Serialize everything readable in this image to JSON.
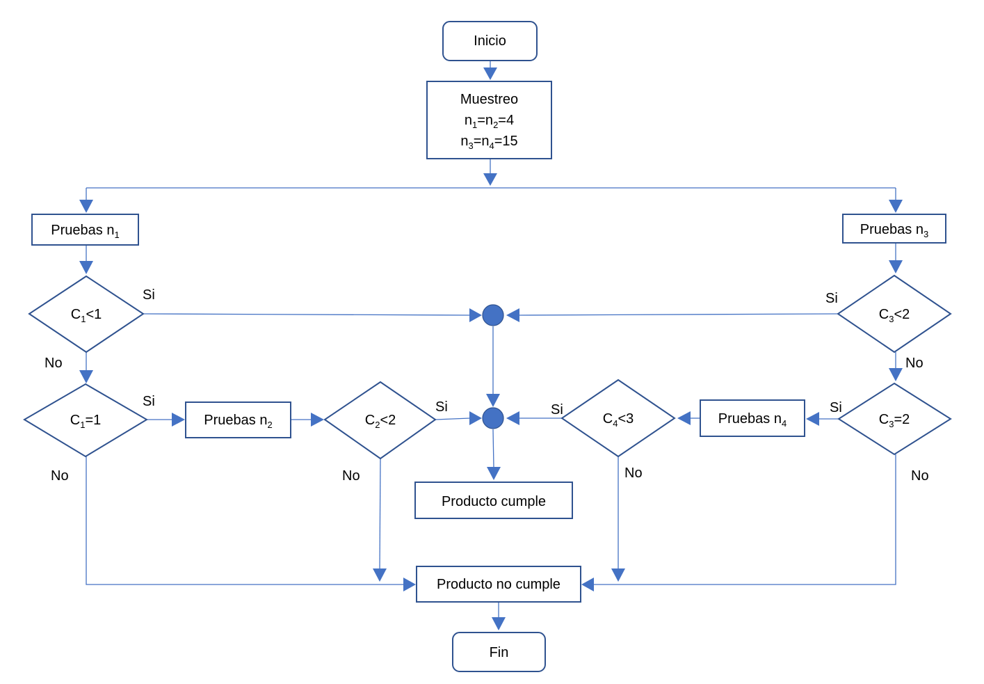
{
  "nodes": {
    "inicio": "Inicio",
    "muestreo": {
      "title": "Muestreo",
      "line1": [
        "n",
        "1",
        "=n",
        "2",
        "=4"
      ],
      "line2": [
        "n",
        "3",
        "=n",
        "4",
        "=15"
      ]
    },
    "pruebas_n1": [
      "Pruebas n",
      "1"
    ],
    "pruebas_n2": [
      "Pruebas n",
      "2"
    ],
    "pruebas_n3": [
      "Pruebas n",
      "3"
    ],
    "pruebas_n4": [
      "Pruebas n",
      "4"
    ],
    "dec_c1_lt1": [
      "C",
      "1",
      "<1"
    ],
    "dec_c1_eq1": [
      "C",
      "1",
      "=1"
    ],
    "dec_c2_lt2": [
      "C",
      "2",
      "<2"
    ],
    "dec_c3_lt2": [
      "C",
      "3",
      "<2"
    ],
    "dec_c3_eq2": [
      "C",
      "3",
      "=2"
    ],
    "dec_c4_lt3": [
      "C",
      "4",
      "<3"
    ],
    "producto_cumple": "Producto cumple",
    "producto_no_cumple": "Producto no cumple",
    "fin": "Fin"
  },
  "labels": {
    "si": "Si",
    "no": "No"
  },
  "colors": {
    "connector": "#4472c4",
    "shape_border": "#2f528f",
    "text": "#000000"
  }
}
